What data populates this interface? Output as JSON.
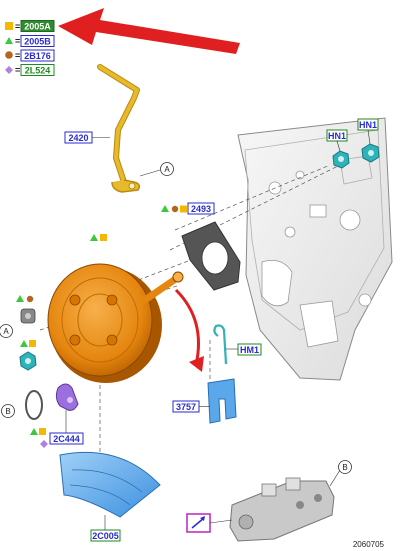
{
  "legend": [
    {
      "marker": "square",
      "color": "#f5b800",
      "code": "2005A",
      "box": "green"
    },
    {
      "marker": "triangle",
      "color": "#3cc83c",
      "code": "2005B",
      "box": "blue"
    },
    {
      "marker": "circle",
      "color": "#b5651d",
      "code": "2B176",
      "box": "blue"
    },
    {
      "marker": "diamond",
      "color": "#b37fe0",
      "code": "2L524",
      "box": "green"
    }
  ],
  "callouts": {
    "hose": "2420",
    "gasket": "2493",
    "nut_left": "HN1",
    "nut_right": "HN1",
    "clip_pin": "HM1",
    "clip": "3757",
    "boot": "2C444",
    "shield": "2C005"
  },
  "circles": {
    "a1": "A",
    "a2": "A",
    "b1": "B",
    "b2": "B"
  },
  "figure_id": "2060705",
  "colors": {
    "booster": "#e5860f",
    "hose": "#e8b92a",
    "shield": "#5aa7ea",
    "arrow": "#e02020",
    "wall": "#eeeeee",
    "label_blue": "#2a2ad0",
    "label_green": "#1f8a1f"
  }
}
